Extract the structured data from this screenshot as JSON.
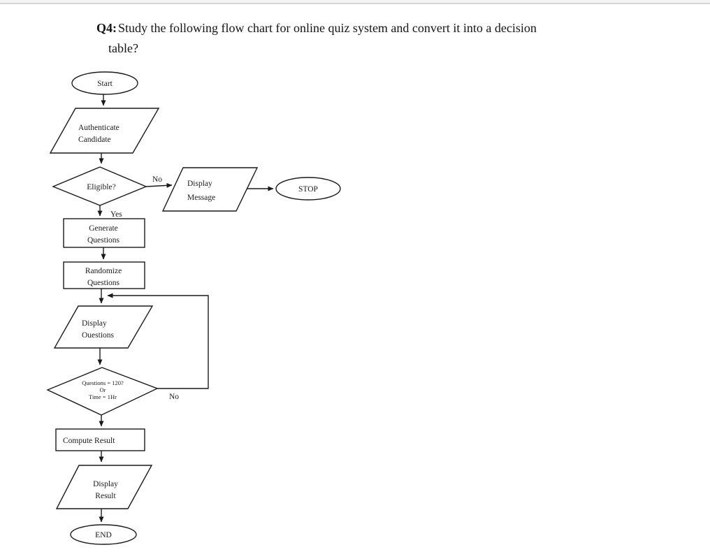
{
  "question": {
    "number": "Q4:",
    "text_line1": "Study the following flow chart for online quiz system and convert it into a decision",
    "text_line2": "table?"
  },
  "flowchart": {
    "nodes": {
      "start": {
        "label": "Start",
        "shape": "terminator"
      },
      "authenticate_candidate": {
        "line1": "Authenticate",
        "line2": "Candidate",
        "shape": "input-output"
      },
      "eligible": {
        "label": "Eligible?",
        "shape": "decision"
      },
      "display_message": {
        "line1": "Display",
        "line2": "Message",
        "shape": "input-output"
      },
      "stop": {
        "label": "STOP",
        "shape": "terminator"
      },
      "generate_questions": {
        "line1": "Generate",
        "line2": "Questions",
        "shape": "process"
      },
      "randomize_questions": {
        "line1": "Randomize",
        "line2": "Questions",
        "shape": "process"
      },
      "display_questions": {
        "line1": "Display",
        "line2": "Ouestions",
        "shape": "input-output"
      },
      "quiz_complete_check": {
        "line1": "Questions = 120?",
        "line2": "Or",
        "line3": "Time = 1Hr",
        "shape": "decision"
      },
      "compute_result": {
        "label": "Compute Result",
        "shape": "process"
      },
      "display_result": {
        "line1": "Display",
        "line2": "Result",
        "shape": "input-output"
      },
      "end": {
        "label": "END",
        "shape": "terminator"
      }
    },
    "edge_labels": {
      "eligible_no": "No",
      "eligible_yes": "Yes",
      "quiz_check_no": "No"
    },
    "colors": {
      "line": "#1a1a1a",
      "text": "#1a1a1a",
      "background": "#ffffff"
    }
  }
}
